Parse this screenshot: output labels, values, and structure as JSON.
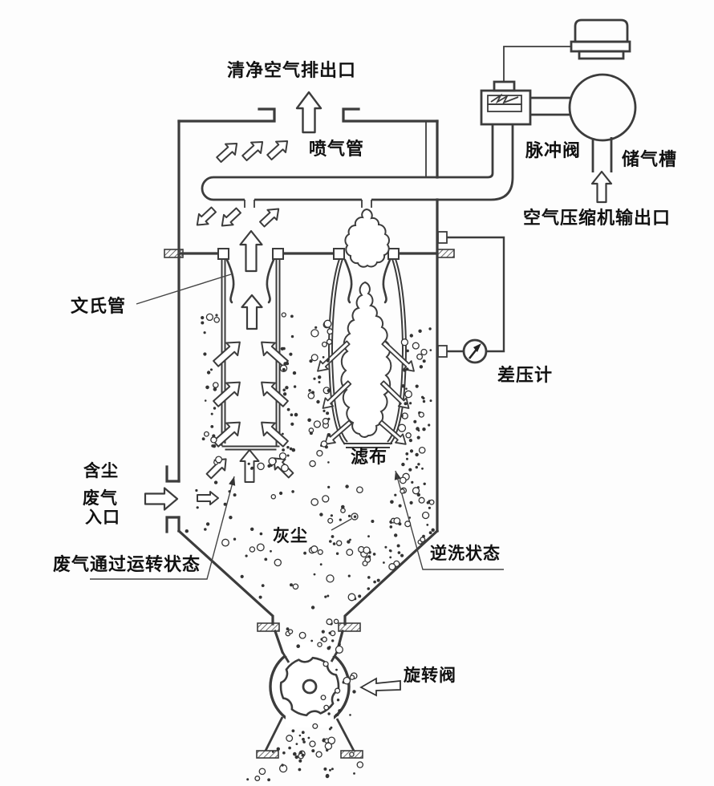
{
  "diagram": {
    "labels": {
      "clean_air_outlet": "清净空气排出口",
      "blow_pipe": "喷气管",
      "pulse_valve": "脉冲阀",
      "air_tank": "储气槽",
      "compressor_outlet": "空气压缩机输出口",
      "venturi": "文氏管",
      "dp_gauge": "差压计",
      "filter_cloth": "滤布",
      "inlet_lines": [
        "含尘",
        "废气",
        "入口"
      ],
      "dust": "灰尘",
      "operating_state": "废气通过运转状态",
      "backwash_state": "逆洗状态",
      "rotary_valve": "旋转阀"
    },
    "colors": {
      "line": "#3c3c3c",
      "text": "#111111",
      "background": "#fdfdfd"
    }
  }
}
